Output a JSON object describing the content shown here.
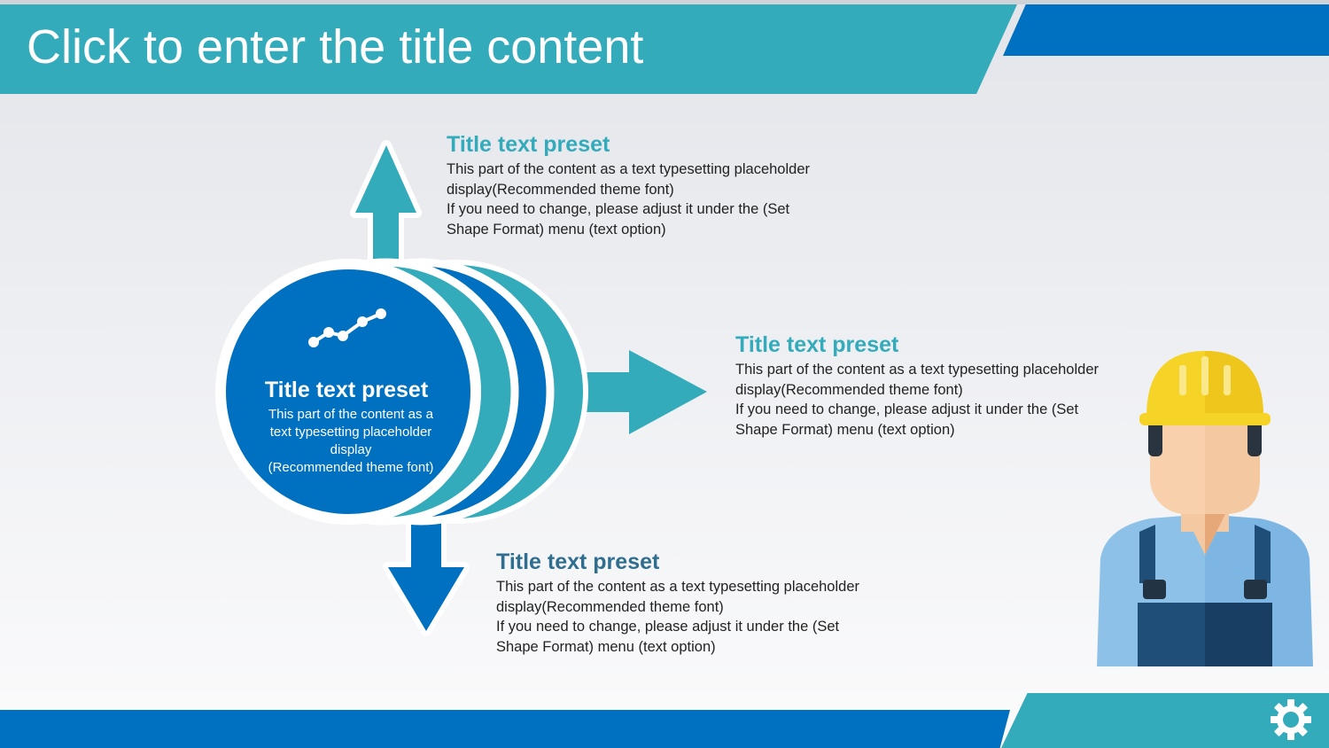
{
  "slide": {
    "title": "Click to enter the title content"
  },
  "center": {
    "title": "Title text preset",
    "text": "This part of the content as a\ntext typesetting placeholder\ndisplay\n(Recommended theme font)",
    "icon": "trend-line-icon"
  },
  "blocks": [
    {
      "title": "Title text preset",
      "text": "This part of the content as a text typesetting placeholder\ndisplay(Recommended theme font)\nIf you need to change, please adjust it under the (Set\nShape Format) menu (text option)"
    },
    {
      "title": "Title text preset",
      "text": "This part of the content as a text typesetting placeholder\ndisplay(Recommended theme font)\nIf you need to change, please adjust it under the (Set\nShape Format) menu (text option)"
    },
    {
      "title": "Title text preset",
      "text": "This part of the content as a text typesetting placeholder\ndisplay(Recommended theme font)\nIf you need to change, please adjust it under the (Set\nShape Format) menu (text option)"
    }
  ],
  "colors": {
    "teal": "#33abbb",
    "blue": "#0070c0",
    "dark_teal_title": "#2f6e8f"
  },
  "icons": {
    "worker": "construction-worker-icon",
    "gear": "gear-icon"
  }
}
